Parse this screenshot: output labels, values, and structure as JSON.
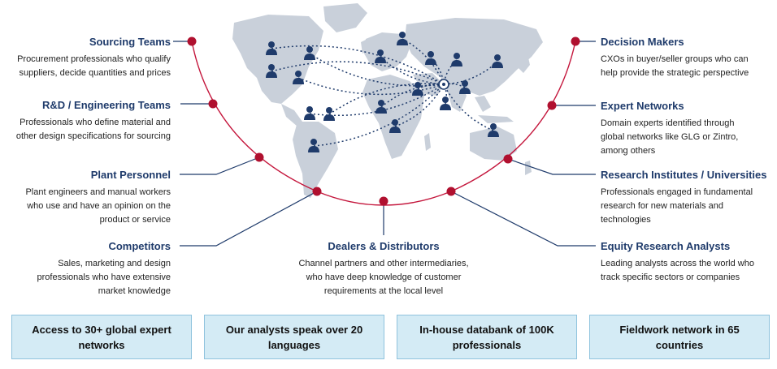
{
  "nodes": [
    {
      "key": "sourcing",
      "title": "Sourcing Teams",
      "desc": [
        "Procurement professionals who qualify",
        "suppliers, decide quantities and prices"
      ]
    },
    {
      "key": "rnd",
      "title": "R&D / Engineering Teams",
      "desc": [
        "Professionals who define material and",
        "other design specifications for sourcing"
      ]
    },
    {
      "key": "plant",
      "title": "Plant Personnel",
      "desc": [
        "Plant engineers and manual workers",
        "who use and have an opinion on the",
        "product or service"
      ]
    },
    {
      "key": "competitors",
      "title": "Competitors",
      "desc": [
        "Sales, marketing and design",
        "professionals who have extensive",
        "market knowledge"
      ]
    },
    {
      "key": "dealers",
      "title": "Dealers & Distributors",
      "desc": [
        "Channel partners and other intermediaries,",
        "who have deep knowledge of customer",
        "requirements at the local level"
      ]
    },
    {
      "key": "decision",
      "title": "Decision Makers",
      "desc": [
        "CXOs in buyer/seller groups who can",
        "help provide the strategic perspective"
      ]
    },
    {
      "key": "expert",
      "title": "Expert Networks",
      "desc": [
        "Domain experts identified through",
        "global networks like GLG or Zintro,",
        "among others"
      ]
    },
    {
      "key": "research",
      "title": "Research Institutes / Universities",
      "desc": [
        "Professionals engaged in fundamental",
        "research for new materials and",
        "technologies"
      ]
    },
    {
      "key": "equity",
      "title": "Equity Research Analysts",
      "desc": [
        "Leading analysts across the world who",
        "track specific sectors or companies"
      ]
    }
  ],
  "boxes": [
    {
      "text": [
        "Access to 30+ global expert",
        "networks"
      ]
    },
    {
      "text": [
        "Our analysts speak over 20",
        "languages"
      ]
    },
    {
      "text": [
        "In-house databank of 100K",
        "professionals"
      ]
    },
    {
      "text": [
        "Fieldwork network in 65",
        "countries"
      ]
    }
  ],
  "icons": {
    "hub": "hub-circle-icon",
    "person": "person-icon",
    "map": "world-map",
    "dot": "node-dot-icon"
  },
  "colors": {
    "title": "#1f3b6b",
    "arc": "#c4163c",
    "dot": "#b0102f",
    "line": "#1f3b6b",
    "box_fill": "#d4ebf5",
    "box_border": "#8fc3dd",
    "map": "#c9d0da",
    "person": "#1f3b6b"
  }
}
